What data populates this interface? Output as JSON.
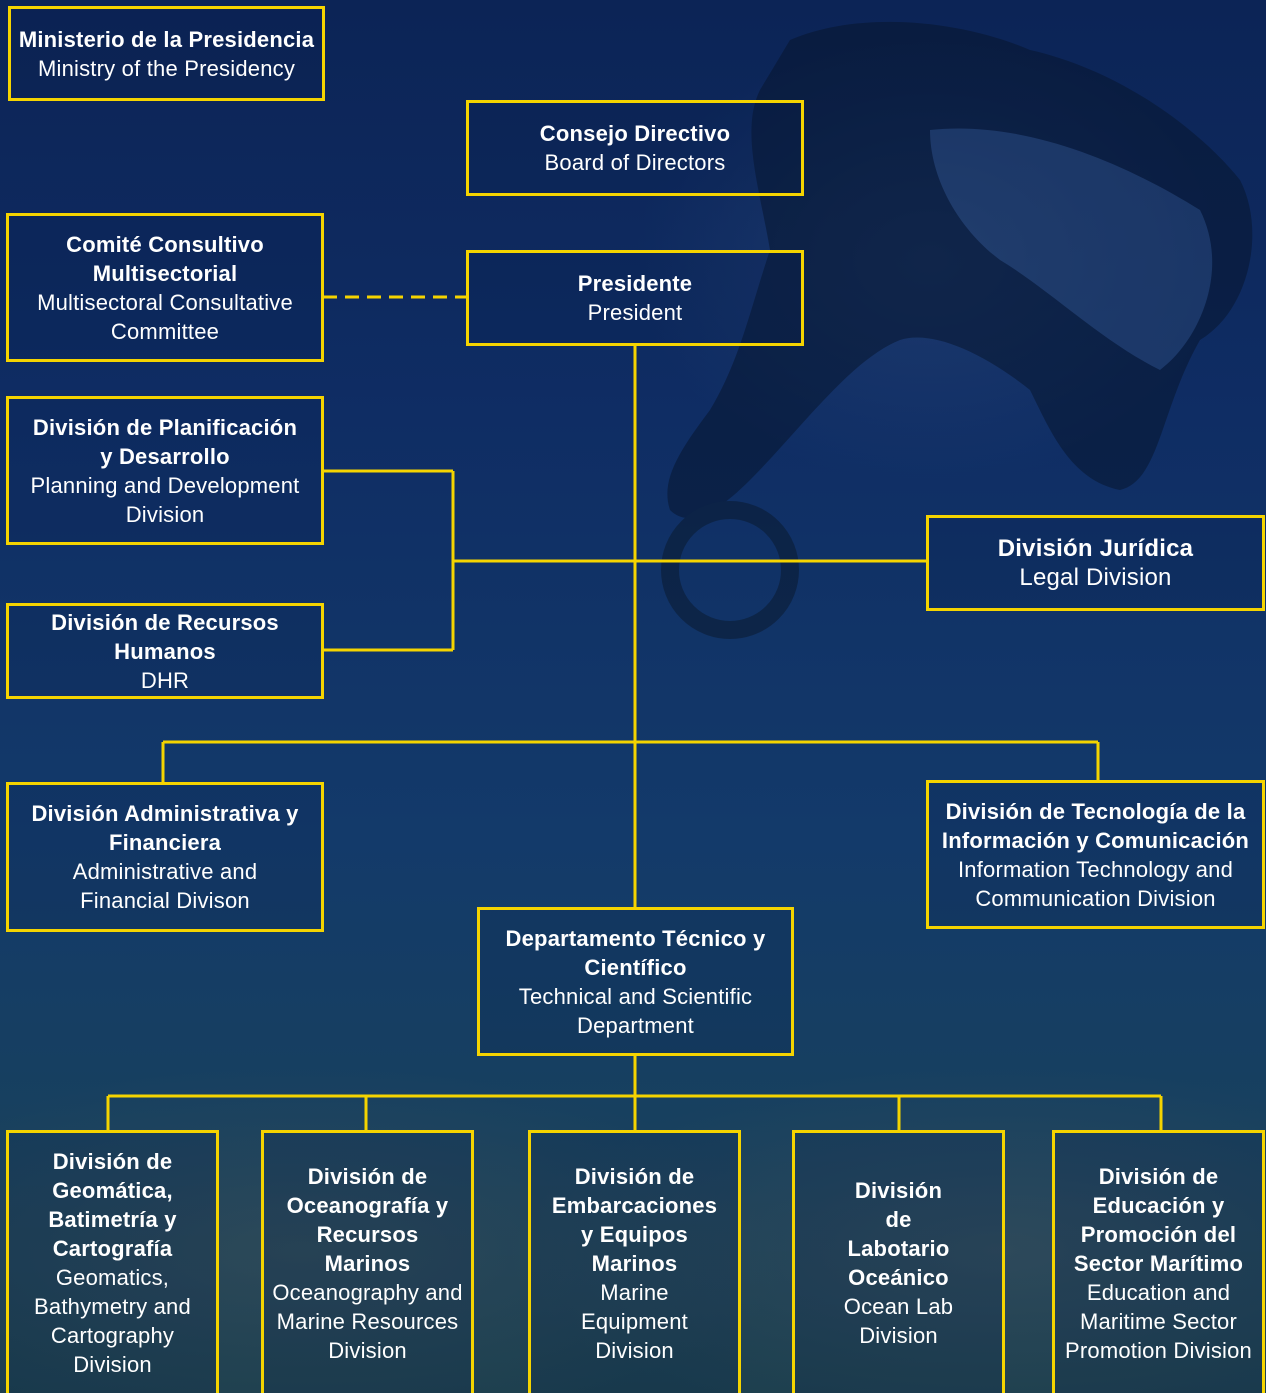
{
  "nodes": {
    "ministry": {
      "es": "Ministerio de la Presidencia",
      "en": "Ministry of the Presidency"
    },
    "board": {
      "es": "Consejo Directivo",
      "en": "Board of Directors"
    },
    "committee": {
      "es": "Comité Consultivo Multisectorial",
      "en": "Multisectoral Consultative Committee"
    },
    "president": {
      "es": "Presidente",
      "en": "President"
    },
    "planning": {
      "es": "División de Planificación y Desarrollo",
      "en": "Planning and Development Division"
    },
    "hr": {
      "es": "División de Recursos Humanos",
      "en": "DHR"
    },
    "legal": {
      "es": "División Jurídica",
      "en": "Legal Division"
    },
    "admin": {
      "es": "División Administrativa y Financiera",
      "en": "Administrative and Financial Divison"
    },
    "it": {
      "es": "División de Tecnología de la Información y Comunicación",
      "en": "Information Technology and Communication Division"
    },
    "technical": {
      "es": "Departamento Técnico y Científico",
      "en": "Technical and Scientific Department"
    },
    "geomatics": {
      "es": "División de Geomática, Batimetría y Cartografía",
      "en": "Geomatics, Bathymetry and Cartography Division"
    },
    "oceanography": {
      "es": "División de Oceanografía y Recursos Marinos",
      "en": "Oceanography and Marine Resources Division"
    },
    "vessels": {
      "es": "División de Embarcaciones y Equipos Marinos",
      "en": "Marine Equipment Division"
    },
    "oceanlab": {
      "es": "División de Labotario Oceánico",
      "en": "Ocean Lab Division"
    },
    "education": {
      "es": "División de Educación y Promoción del Sector Marítimo",
      "en": "Education and Maritime Sector Promotion Division"
    }
  },
  "colors": {
    "border": "#f5d400",
    "line": "#f5d400",
    "text": "#ffffff",
    "background": "#0f2d64"
  }
}
